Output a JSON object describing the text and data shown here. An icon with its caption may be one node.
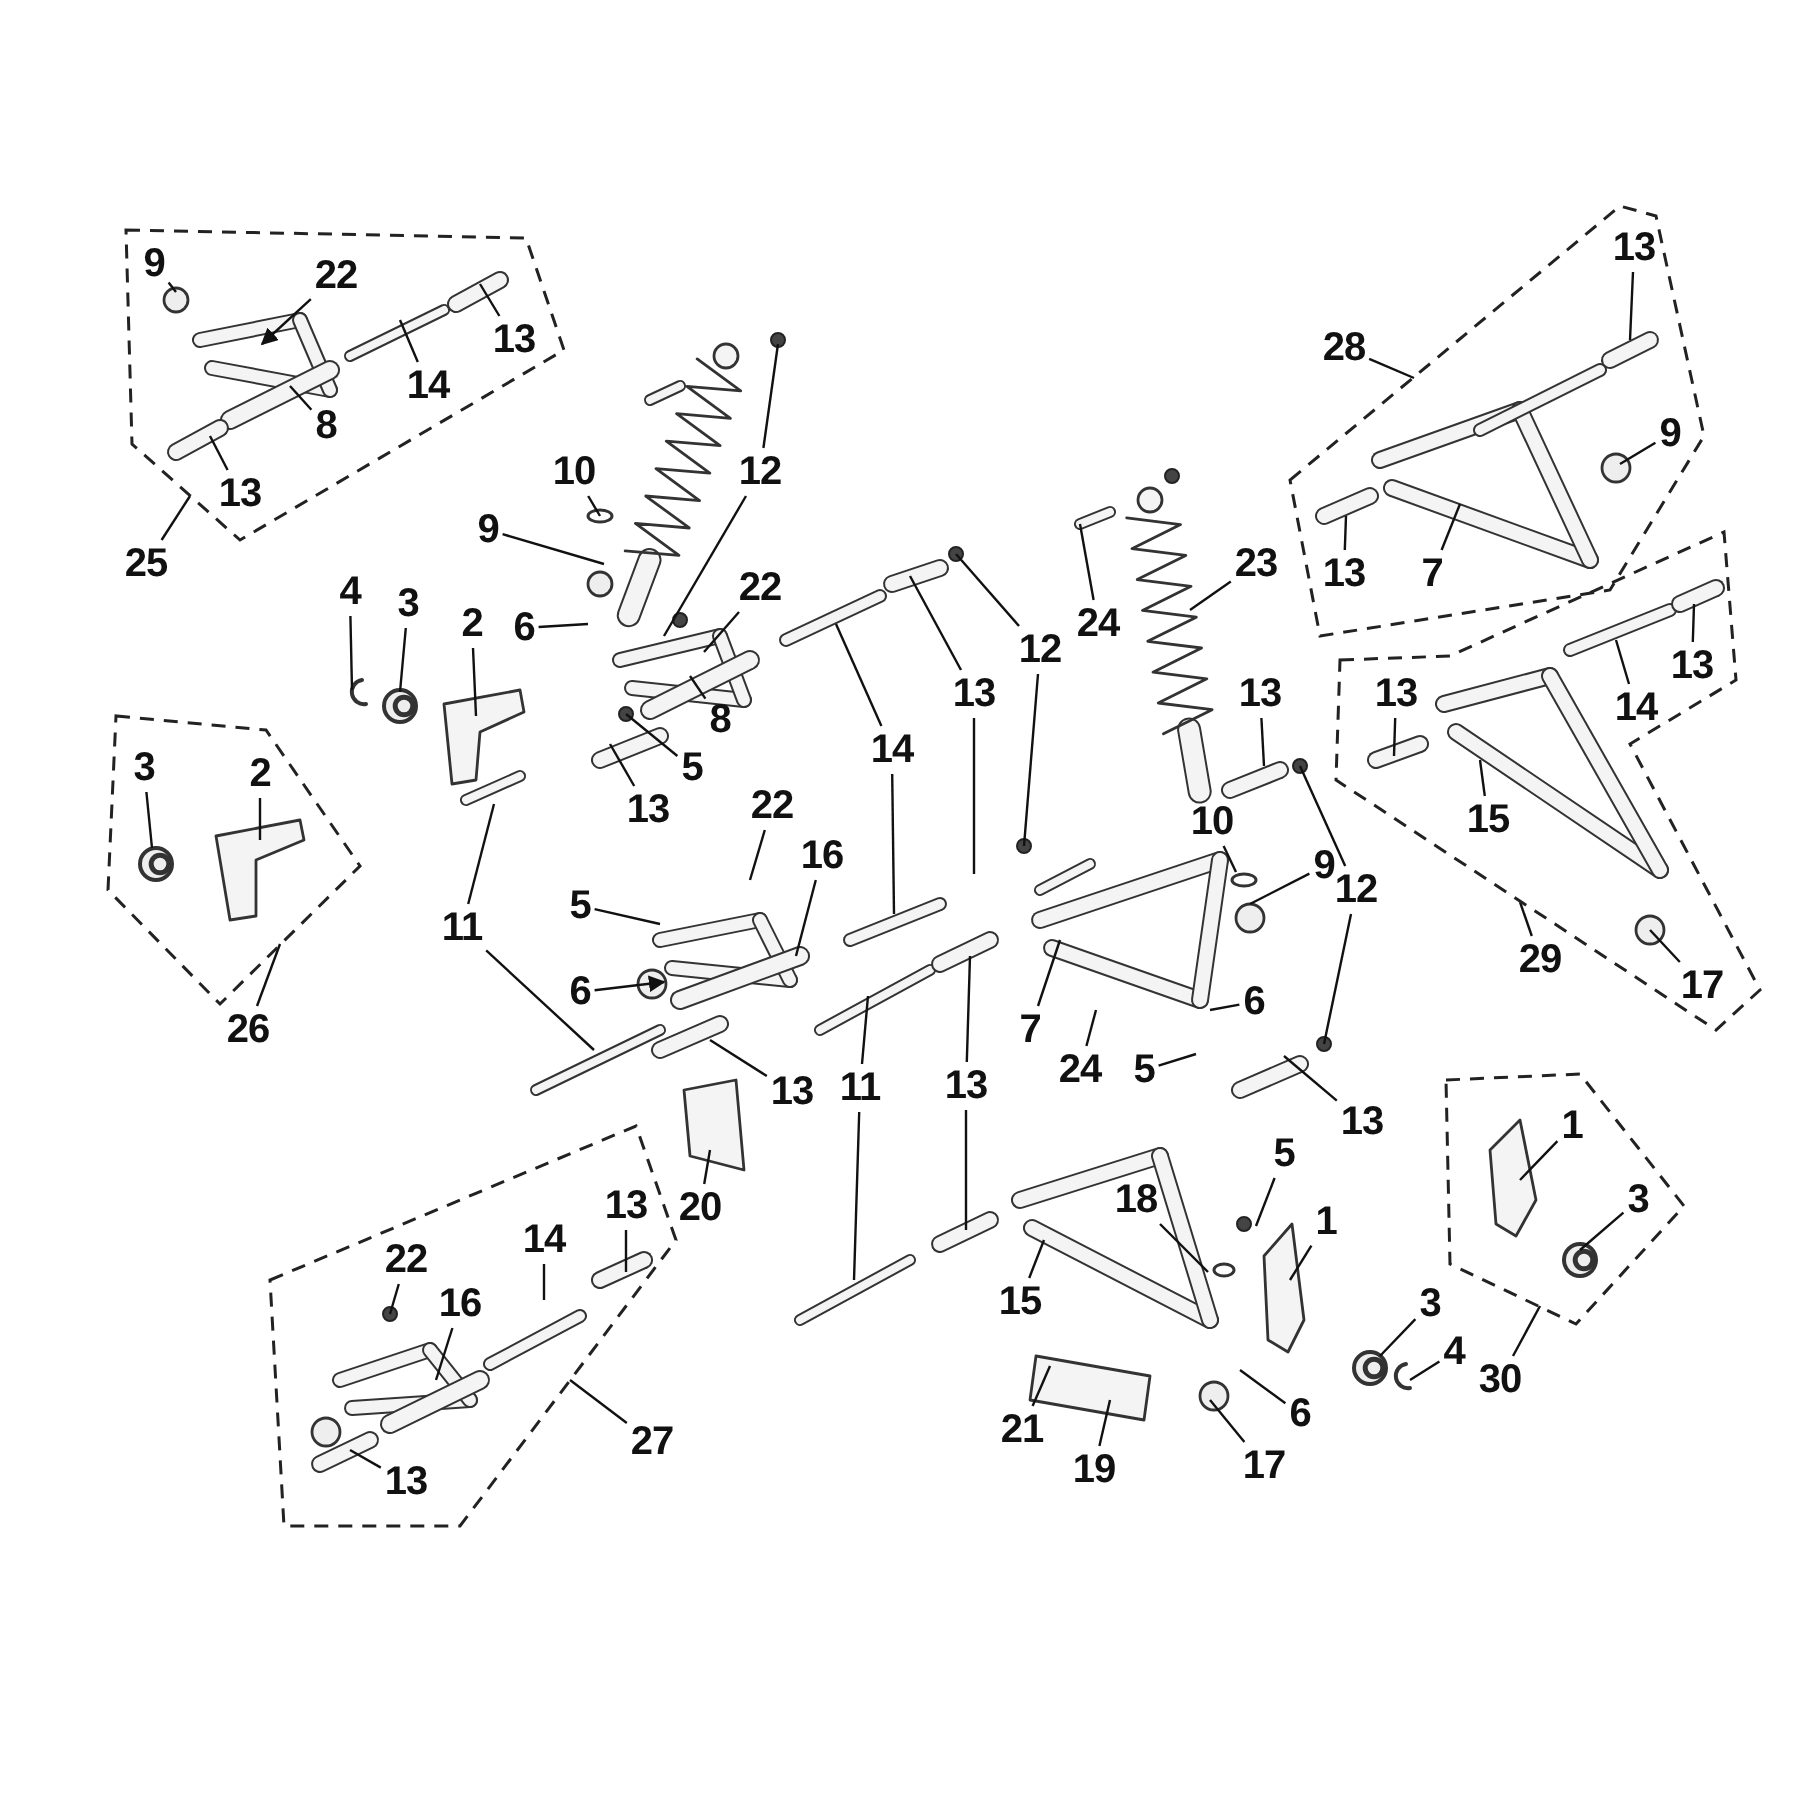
{
  "diagram": {
    "nodes": [
      {
        "text": [],
        "shape": "polygon"
      },
      {
        "text": [],
        "shape": "polygon"
      },
      {
        "text": [],
        "shape": "polygon"
      },
      {
        "text": [],
        "shape": "polygon"
      },
      {
        "text": [],
        "shape": "polygon"
      },
      {
        "text": [],
        "shape": "polygon"
      },
      {
        "text": [
          "9"
        ],
        "in": 0
      },
      {
        "text": [
          "22"
        ],
        "in": 0
      },
      {
        "text": [
          "13"
        ],
        "in": 0
      },
      {
        "text": [
          "14"
        ],
        "in": 0
      },
      {
        "text": [
          "8"
        ],
        "in": 0
      },
      {
        "text": [
          "13"
        ],
        "in": 0
      },
      {
        "text": [
          "25"
        ]
      },
      {
        "text": [
          "10"
        ]
      },
      {
        "text": [
          "12"
        ]
      },
      {
        "text": [
          "9"
        ]
      },
      {
        "text": [
          "6"
        ]
      },
      {
        "text": [
          "22"
        ]
      },
      {
        "text": [
          "4"
        ]
      },
      {
        "text": [
          "3"
        ]
      },
      {
        "text": [
          "2"
        ]
      },
      {
        "text": [
          "8"
        ]
      },
      {
        "text": [
          "5"
        ]
      },
      {
        "text": [
          "13"
        ]
      },
      {
        "text": [
          "14"
        ]
      },
      {
        "text": [
          "13"
        ]
      },
      {
        "text": [
          "12"
        ]
      },
      {
        "text": [
          "24"
        ]
      },
      {
        "text": [
          "23"
        ]
      },
      {
        "text": [
          "3"
        ],
        "in": 1
      },
      {
        "text": [
          "2"
        ],
        "in": 1
      },
      {
        "text": [
          "26"
        ]
      },
      {
        "text": [
          "11"
        ]
      },
      {
        "text": [
          "22"
        ]
      },
      {
        "text": [
          "16"
        ]
      },
      {
        "text": [
          "5"
        ]
      },
      {
        "text": [
          "6"
        ]
      },
      {
        "text": [
          "13"
        ]
      },
      {
        "text": [
          "20"
        ]
      },
      {
        "text": [
          "13"
        ]
      },
      {
        "text": [
          "10"
        ]
      },
      {
        "text": [
          "9"
        ]
      },
      {
        "text": [
          "12"
        ]
      },
      {
        "text": [
          "7"
        ]
      },
      {
        "text": [
          "6"
        ]
      },
      {
        "text": [
          "24"
        ]
      },
      {
        "text": [
          "5"
        ]
      },
      {
        "text": [
          "13"
        ]
      },
      {
        "text": [
          "11"
        ]
      },
      {
        "text": [
          "13"
        ]
      },
      {
        "text": [
          "13"
        ],
        "in": 3
      },
      {
        "text": [
          "28"
        ]
      },
      {
        "text": [
          "9"
        ],
        "in": 3
      },
      {
        "text": [
          "7"
        ],
        "in": 3
      },
      {
        "text": [
          "13"
        ],
        "in": 3
      },
      {
        "text": [
          "13"
        ],
        "in": 4
      },
      {
        "text": [
          "13"
        ],
        "in": 4
      },
      {
        "text": [
          "14"
        ],
        "in": 4
      },
      {
        "text": [
          "15"
        ],
        "in": 4
      },
      {
        "text": [
          "29"
        ]
      },
      {
        "text": [
          "17"
        ],
        "in": 4
      },
      {
        "text": [
          "1"
        ],
        "in": 5
      },
      {
        "text": [
          "3"
        ],
        "in": 5
      },
      {
        "text": [
          "30"
        ]
      },
      {
        "text": [
          "5"
        ]
      },
      {
        "text": [
          "18"
        ]
      },
      {
        "text": [
          "1"
        ]
      },
      {
        "text": [
          "15"
        ]
      },
      {
        "text": [
          "3"
        ]
      },
      {
        "text": [
          "4"
        ]
      },
      {
        "text": [
          "6"
        ]
      },
      {
        "text": [
          "21"
        ]
      },
      {
        "text": [
          "17"
        ]
      },
      {
        "text": [
          "19"
        ]
      },
      {
        "text": [
          "13"
        ],
        "in": 2
      },
      {
        "text": [
          "14"
        ],
        "in": 2
      },
      {
        "text": [
          "22"
        ],
        "in": 2
      },
      {
        "text": [
          "16"
        ],
        "in": 2
      },
      {
        "text": [
          "27"
        ]
      },
      {
        "text": [
          "13"
        ],
        "in": 2
      }
    ],
    "edges": [
      {
        "from": 6,
        "to": null,
        "arrow": "none"
      },
      {
        "from": 7,
        "to": null,
        "arrow": "to"
      },
      {
        "from": 8,
        "to": null,
        "arrow": "none"
      },
      {
        "from": 9,
        "to": null,
        "arrow": "none"
      },
      {
        "from": 10,
        "to": null,
        "arrow": "none"
      },
      {
        "from": 11,
        "to": null,
        "arrow": "none"
      },
      {
        "from": 12,
        "to": 0,
        "arrow": "none"
      },
      {
        "from": 13,
        "to": null,
        "arrow": "none"
      },
      {
        "from": 14,
        "to": null,
        "arrow": "none"
      },
      {
        "from": 14,
        "to": null,
        "arrow": "none"
      },
      {
        "from": 15,
        "to": null,
        "arrow": "none"
      },
      {
        "from": 16,
        "to": null,
        "arrow": "none"
      },
      {
        "from": 17,
        "to": null,
        "arrow": "none"
      },
      {
        "from": 18,
        "to": null,
        "arrow": "none"
      },
      {
        "from": 19,
        "to": null,
        "arrow": "none"
      },
      {
        "from": 20,
        "to": null,
        "arrow": "none"
      },
      {
        "from": 21,
        "to": null,
        "arrow": "none"
      },
      {
        "from": 22,
        "to": null,
        "arrow": "none"
      },
      {
        "from": 23,
        "to": null,
        "arrow": "none"
      },
      {
        "from": 24,
        "to": null,
        "arrow": "none"
      },
      {
        "from": 24,
        "to": null,
        "arrow": "none"
      },
      {
        "from": 25,
        "to": null,
        "arrow": "none"
      },
      {
        "from": 25,
        "to": null,
        "arrow": "none"
      },
      {
        "from": 26,
        "to": null,
        "arrow": "none"
      },
      {
        "from": 26,
        "to": null,
        "arrow": "none"
      },
      {
        "from": 27,
        "to": null,
        "arrow": "none"
      },
      {
        "from": 28,
        "to": null,
        "arrow": "none"
      },
      {
        "from": 29,
        "to": null,
        "arrow": "none"
      },
      {
        "from": 30,
        "to": null,
        "arrow": "none"
      },
      {
        "from": 31,
        "to": 1,
        "arrow": "none"
      },
      {
        "from": 32,
        "to": null,
        "arrow": "none"
      },
      {
        "from": 32,
        "to": null,
        "arrow": "none"
      },
      {
        "from": 33,
        "to": null,
        "arrow": "none"
      },
      {
        "from": 34,
        "to": null,
        "arrow": "none"
      },
      {
        "from": 35,
        "to": null,
        "arrow": "none"
      },
      {
        "from": 36,
        "to": null,
        "arrow": "to"
      },
      {
        "from": 37,
        "to": null,
        "arrow": "none"
      },
      {
        "from": 38,
        "to": null,
        "arrow": "none"
      },
      {
        "from": 39,
        "to": null,
        "arrow": "none"
      },
      {
        "from": 40,
        "to": null,
        "arrow": "none"
      },
      {
        "from": 41,
        "to": null,
        "arrow": "none"
      },
      {
        "from": 42,
        "to": null,
        "arrow": "none"
      },
      {
        "from": 42,
        "to": null,
        "arrow": "none"
      },
      {
        "from": 43,
        "to": null,
        "arrow": "none"
      },
      {
        "from": 44,
        "to": null,
        "arrow": "none"
      },
      {
        "from": 45,
        "to": null,
        "arrow": "none"
      },
      {
        "from": 46,
        "to": null,
        "arrow": "none"
      },
      {
        "from": 47,
        "to": null,
        "arrow": "none"
      },
      {
        "from": 48,
        "to": null,
        "arrow": "none"
      },
      {
        "from": 48,
        "to": null,
        "arrow": "none"
      },
      {
        "from": 49,
        "to": null,
        "arrow": "none"
      },
      {
        "from": 49,
        "to": null,
        "arrow": "none"
      },
      {
        "from": 50,
        "to": null,
        "arrow": "none"
      },
      {
        "from": 51,
        "to": 3,
        "arrow": "none"
      },
      {
        "from": 52,
        "to": null,
        "arrow": "none"
      },
      {
        "from": 53,
        "to": null,
        "arrow": "none"
      },
      {
        "from": 54,
        "to": null,
        "arrow": "none"
      },
      {
        "from": 55,
        "to": null,
        "arrow": "none"
      },
      {
        "from": 56,
        "to": null,
        "arrow": "none"
      },
      {
        "from": 57,
        "to": null,
        "arrow": "none"
      },
      {
        "from": 58,
        "to": null,
        "arrow": "none"
      },
      {
        "from": 59,
        "to": 4,
        "arrow": "none"
      },
      {
        "from": 60,
        "to": null,
        "arrow": "none"
      },
      {
        "from": 61,
        "to": null,
        "arrow": "none"
      },
      {
        "from": 62,
        "to": null,
        "arrow": "none"
      },
      {
        "from": 63,
        "to": 5,
        "arrow": "none"
      },
      {
        "from": 64,
        "to": null,
        "arrow": "none"
      },
      {
        "from": 65,
        "to": null,
        "arrow": "none"
      },
      {
        "from": 66,
        "to": null,
        "arrow": "none"
      },
      {
        "from": 67,
        "to": null,
        "arrow": "none"
      },
      {
        "from": 68,
        "to": null,
        "arrow": "none"
      },
      {
        "from": 69,
        "to": null,
        "arrow": "none"
      },
      {
        "from": 70,
        "to": null,
        "arrow": "none"
      },
      {
        "from": 71,
        "to": null,
        "arrow": "none"
      },
      {
        "from": 72,
        "to": null,
        "arrow": "none"
      },
      {
        "from": 73,
        "to": null,
        "arrow": "none"
      },
      {
        "from": 74,
        "to": null,
        "arrow": "none"
      },
      {
        "from": 75,
        "to": null,
        "arrow": "none"
      },
      {
        "from": 76,
        "to": null,
        "arrow": "none"
      },
      {
        "from": 77,
        "to": null,
        "arrow": "none"
      },
      {
        "from": 78,
        "to": 2,
        "arrow": "none"
      },
      {
        "from": 79,
        "to": null,
        "arrow": "none"
      }
    ]
  }
}
